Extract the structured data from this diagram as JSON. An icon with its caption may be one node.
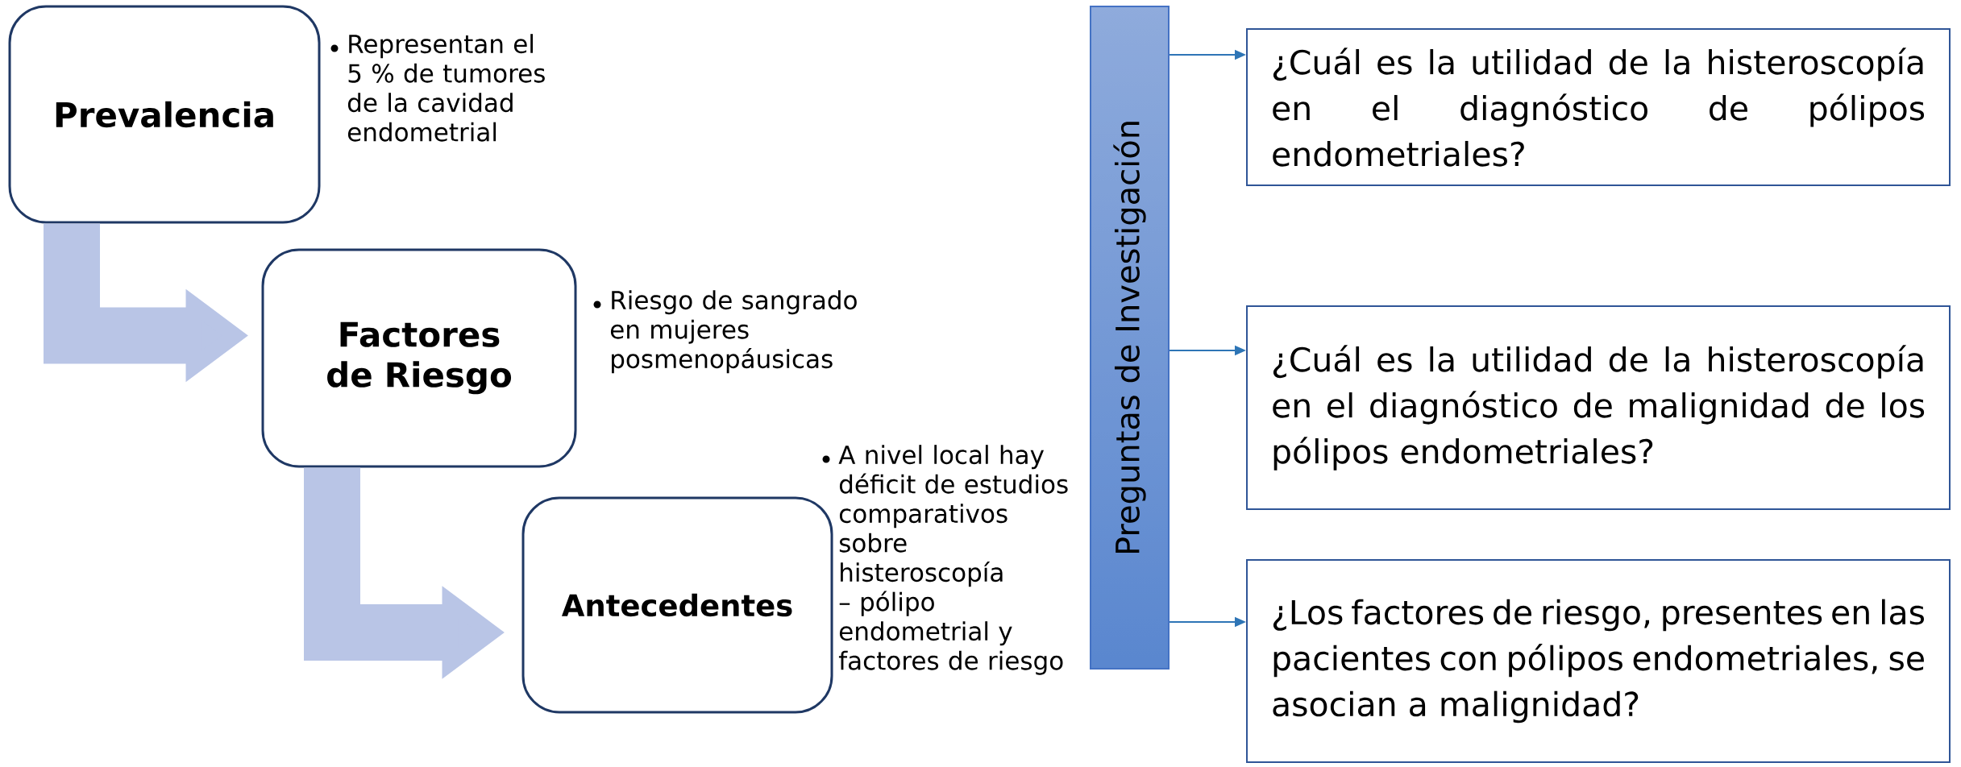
{
  "diagram": {
    "nodes": [
      {
        "text": [
          "Prevalencia"
        ],
        "beside": [
          "Representan el 5 % de tumores de la cavidad endometrial"
        ]
      },
      {
        "text": [
          "Factores de Riesgo"
        ],
        "beside": [
          "Riesgo de sangrado en mujeres posmenopáusicas"
        ]
      },
      {
        "text": [
          "Antecedentes"
        ],
        "beside": [
          "A nivel local hay déficit de estudios comparativos sobre histeroscopía – pólipo endometrial y factores de riesgo"
        ]
      },
      {
        "text": [
          "Preguntas de Investigación"
        ]
      },
      {
        "text": [
          "¿Cuál es la utilidad de la histeroscopía en el diagnóstico de pólipos endometriales?"
        ]
      },
      {
        "text": [
          "¿Cuál es la utilidad de la histeroscopía en el diagnóstico de malignidad de los pólipos endometriales?"
        ]
      },
      {
        "text": [
          "¿Los factores de riesgo, presentes en las pacientes con pólipos endometriales, se asocian a malignidad?"
        ]
      }
    ],
    "edges": [
      {
        "from": 0,
        "to": 1,
        "arrow": "to",
        "style": "thick",
        "color": "#b9c5e6"
      },
      {
        "from": 1,
        "to": 2,
        "arrow": "to",
        "style": "thick",
        "color": "#b9c5e6"
      },
      {
        "from": 3,
        "to": 4,
        "arrow": "to"
      },
      {
        "from": 3,
        "to": 5,
        "arrow": "to"
      },
      {
        "from": 3,
        "to": 6,
        "arrow": "to"
      }
    ]
  }
}
